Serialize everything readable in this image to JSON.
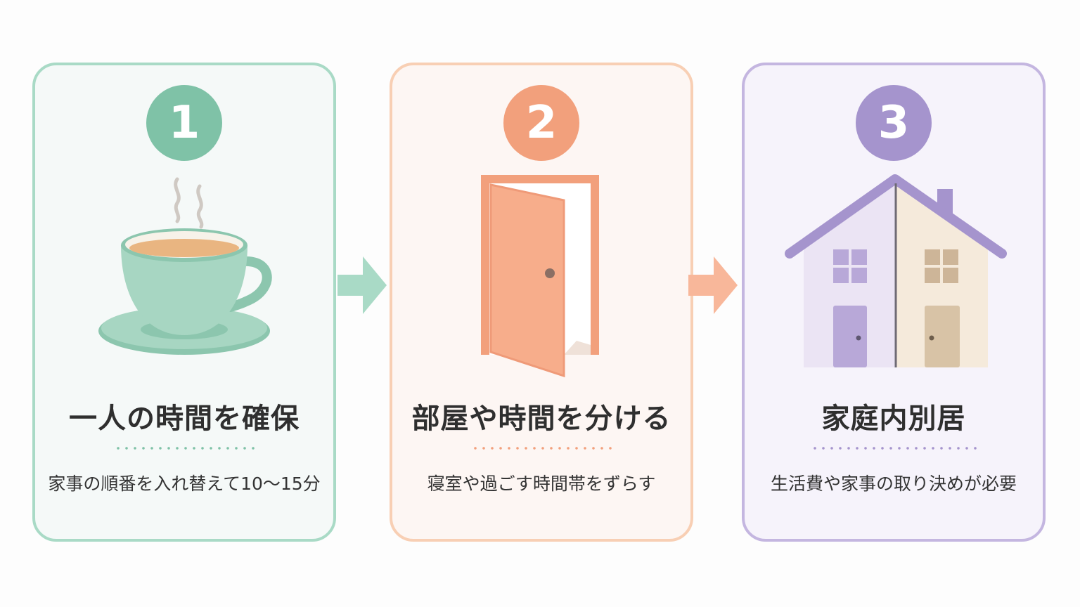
{
  "steps": [
    {
      "number": "1",
      "title": "一人の時間を確保",
      "description": "家事の順番を入れ替えて10〜15分",
      "accent_color": "#7fc2a7",
      "border_color": "#a9dac6",
      "icon": "teacup-icon"
    },
    {
      "number": "2",
      "title": "部屋や時間を分ける",
      "description": "寝室や過ごす時間帯をずらす",
      "accent_color": "#f2a07c",
      "border_color": "#f8cfb4",
      "icon": "open-door-icon"
    },
    {
      "number": "3",
      "title": "家庭内別居",
      "description": "生活費や家事の取り決めが必要",
      "accent_color": "#a594cd",
      "border_color": "#c4b6e0",
      "icon": "split-house-icon"
    }
  ],
  "connectors": [
    {
      "icon": "arrow-right-icon",
      "color": "#a9dac6"
    },
    {
      "icon": "arrow-right-icon",
      "color": "#f8b79a"
    }
  ]
}
